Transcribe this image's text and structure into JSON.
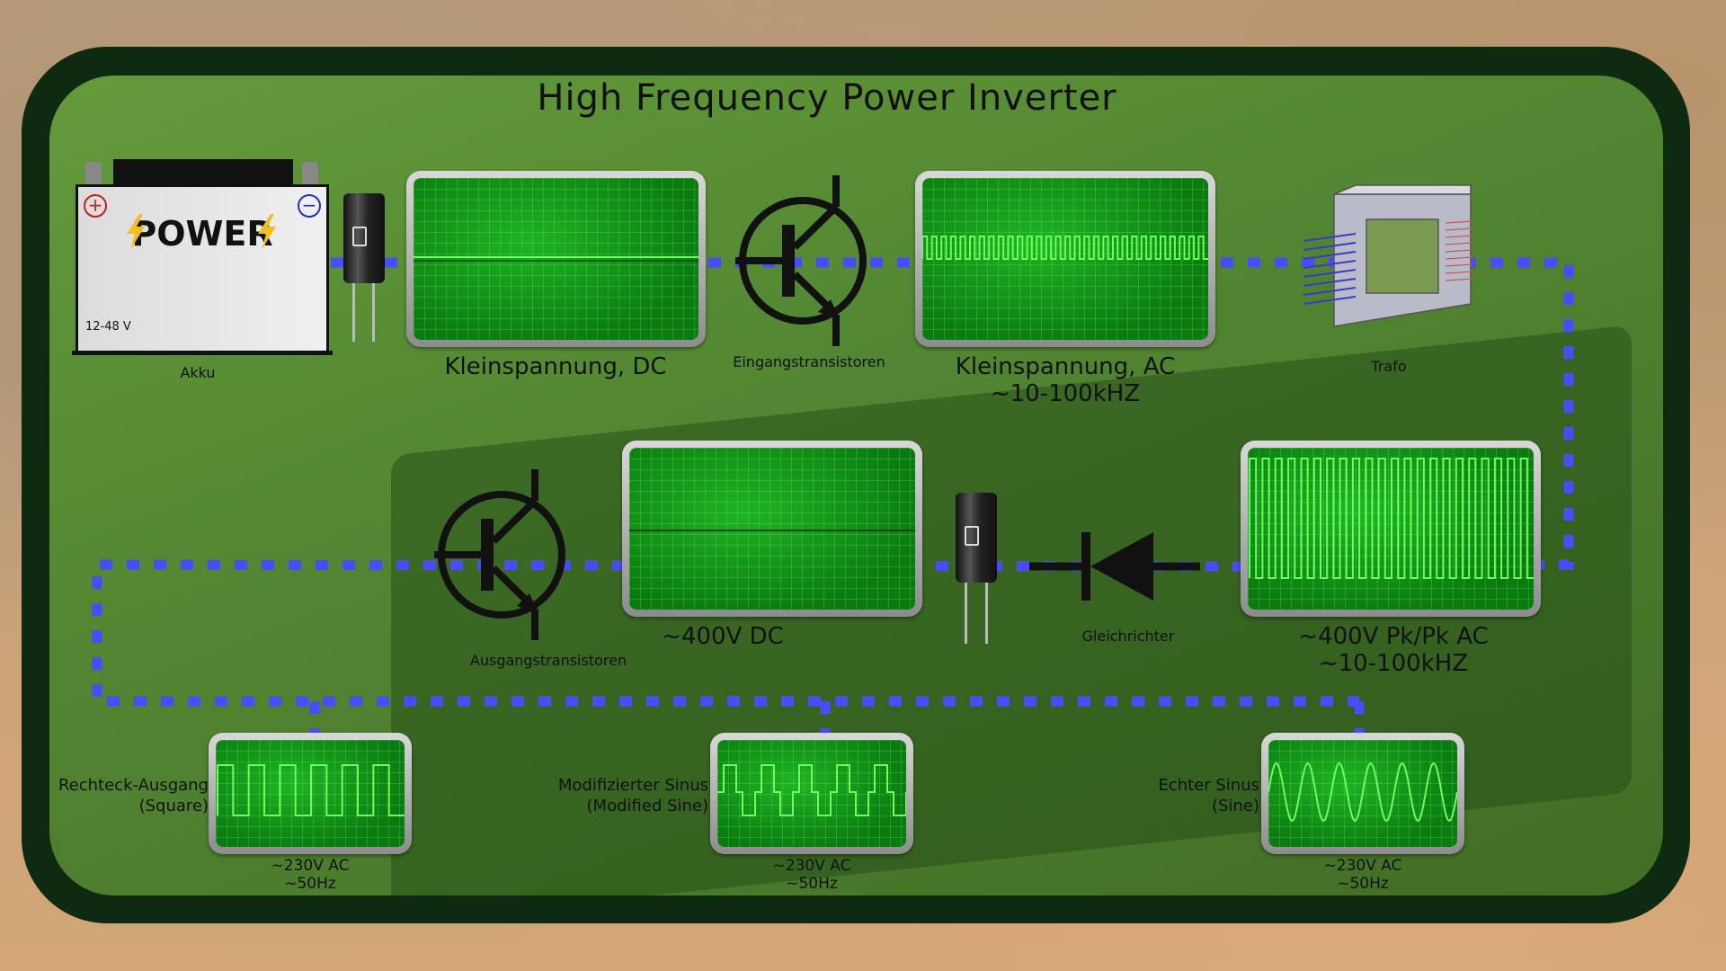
{
  "title": "High Frequency Power Inverter",
  "battery": {
    "brand": "POWER",
    "voltage": "12-48 V",
    "label": "Akku",
    "plus_icon": "plus-icon",
    "minus_icon": "minus-icon"
  },
  "stages": {
    "dc_low": {
      "label": "Kleinspannung, DC"
    },
    "input_transistors": {
      "label": "Eingangstransistoren"
    },
    "ac_low": {
      "label": "Kleinspannung, AC",
      "freq": "~10-100kHZ"
    },
    "transformer": {
      "label": "Trafo"
    },
    "ac_high": {
      "label": "~400V Pk/Pk AC",
      "freq": "~10-100kHZ"
    },
    "rectifier": {
      "label": "Gleichrichter"
    },
    "dc_high": {
      "label": "~400V DC"
    },
    "output_transistors": {
      "label": "Ausgangstransistoren"
    }
  },
  "outputs": [
    {
      "name": "Rechteck-Ausgang",
      "sub": "(Square)",
      "volt": "~230V AC",
      "freq": "~50Hz",
      "wave": "square"
    },
    {
      "name": "Modifizierter Sinus",
      "sub": "(Modified Sine)",
      "volt": "~230V AC",
      "freq": "~50Hz",
      "wave": "modified-sine"
    },
    {
      "name": "Echter Sinus",
      "sub": "(Sine)",
      "volt": "~230V AC",
      "freq": "~50Hz",
      "wave": "sine"
    }
  ],
  "colors": {
    "frame": "#0e2a10",
    "panel": "#6aa63e",
    "wire": "#4a4aff",
    "trace": "#6aff5a",
    "screen": "#0d8a14"
  }
}
